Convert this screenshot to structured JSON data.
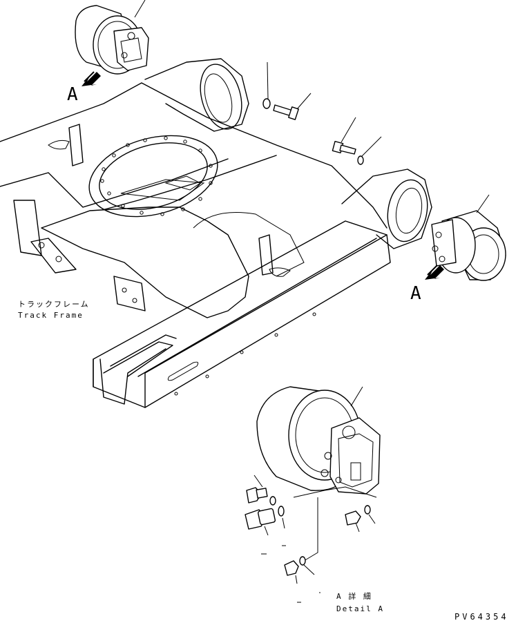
{
  "labels": {
    "view_marker": "A",
    "track_frame_jp": "トラックフレーム",
    "track_frame_en": "Track Frame",
    "detail_jp": "A 詳 細",
    "detail_en": "Detail A",
    "drawing_number": "PV64354"
  }
}
